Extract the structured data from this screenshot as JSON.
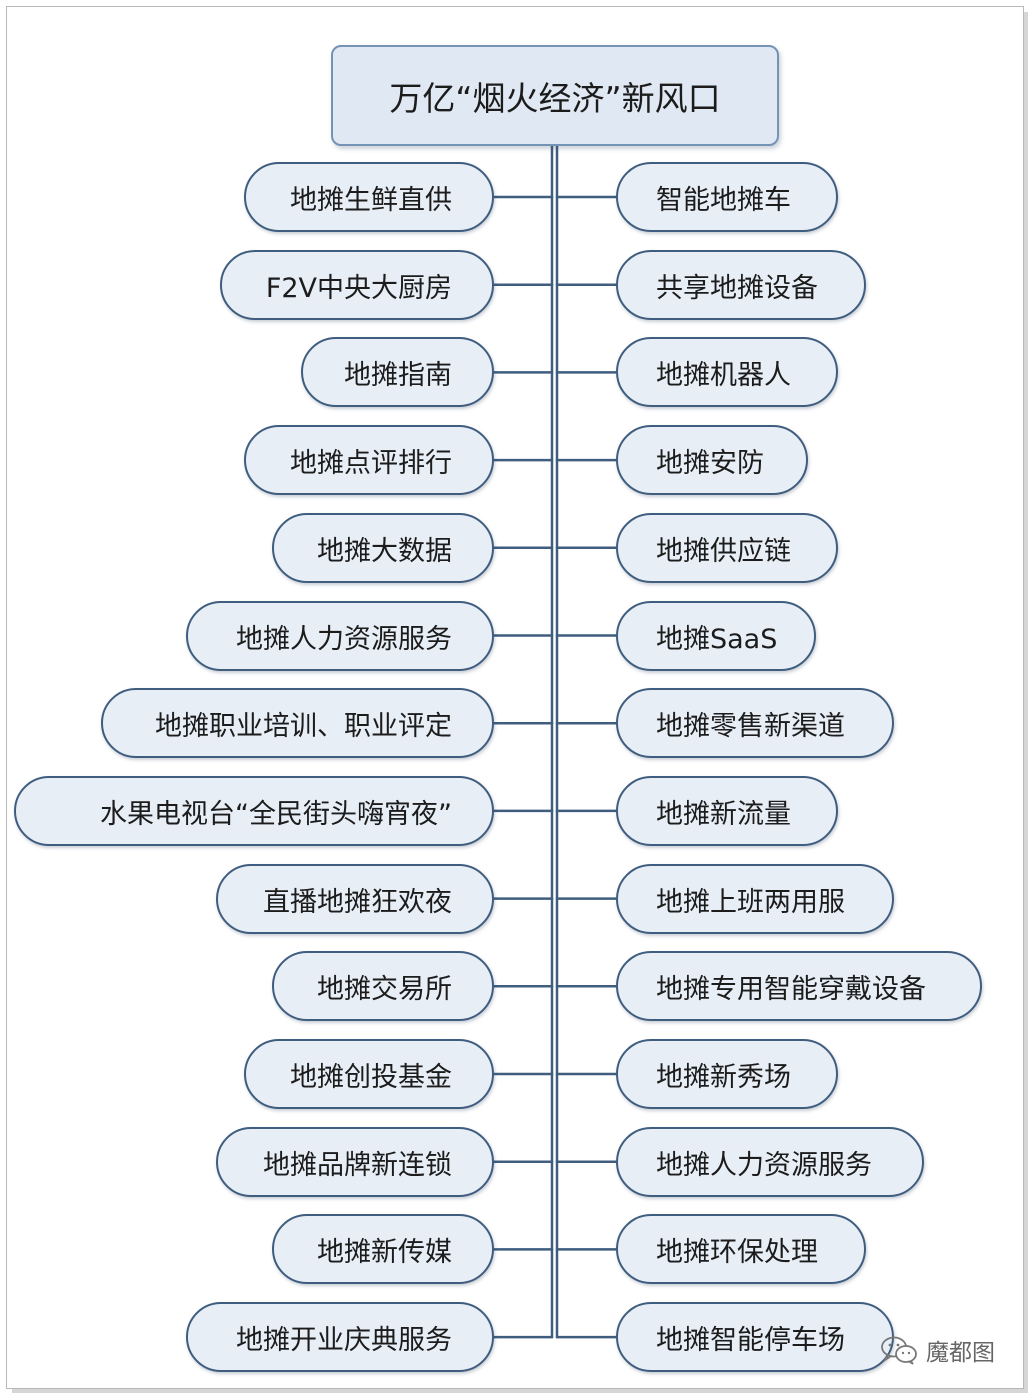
{
  "diagram": {
    "root_label": "万亿“烟火经济”新风口",
    "left_items": [
      "地摊生鲜直供",
      "F2V中央大厨房",
      "地摊指南",
      "地摊点评排行",
      "地摊大数据",
      "地摊人力资源服务",
      "地摊职业培训、职业评定",
      "水果电视台“全民街头嗨宵夜”",
      "直播地摊狂欢夜",
      "地摊交易所",
      "地摊创投基金",
      "地摊品牌新连锁",
      "地摊新传媒",
      "地摊开业庆典服务"
    ],
    "right_items": [
      "智能地摊车",
      "共享地摊设备",
      "地摊机器人",
      "地摊安防",
      "地摊供应链",
      "地摊SaaS",
      "地摊零售新渠道",
      "地摊新流量",
      "地摊上班两用服",
      "地摊专用智能穿戴设备",
      "地摊新秀场",
      "地摊人力资源服务",
      "地摊环保处理",
      "地摊智能停车场"
    ]
  },
  "watermark": {
    "icon": "wechat-icon",
    "text": "魔都图"
  },
  "colors": {
    "node_fill": "#e8eef6",
    "node_border": "#3f5d7e",
    "root_fill": "#dfe8f3",
    "root_border": "#7593b4",
    "connector": "#3f5d7e"
  }
}
